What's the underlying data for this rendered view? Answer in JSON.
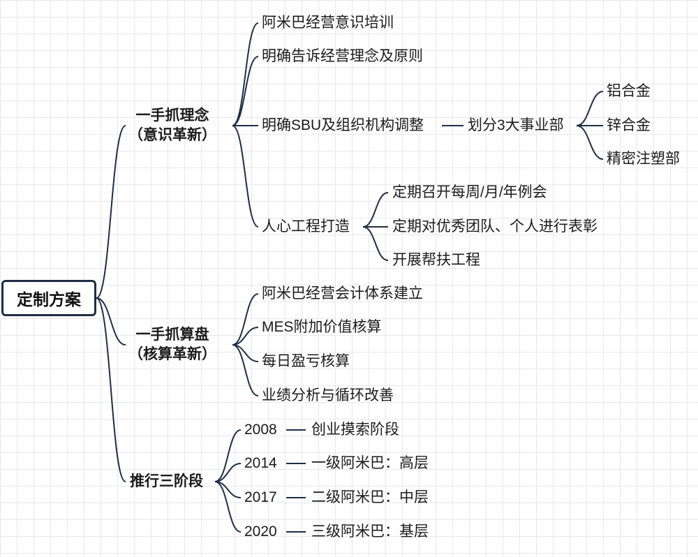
{
  "root": "定制方案",
  "branches": [
    {
      "line1": "一手抓理念",
      "line2": "（意识革新）",
      "children": [
        "阿米巴经营意识培训",
        "明确告诉经营理念及原则",
        "明确SBU及组织机构调整",
        "人心工程打造"
      ],
      "sbu_child": "划分3大事业部",
      "divisions": [
        "铝合金",
        "锌合金",
        "精密注塑部"
      ],
      "people_children": [
        "定期召开每周/月/年例会",
        "定期对优秀团队、个人进行表彰",
        "开展帮扶工程"
      ]
    },
    {
      "line1": "一手抓算盘",
      "line2": "（核算革新）",
      "children": [
        "阿米巴经营会计体系建立",
        "MES附加价值核算",
        "每日盈亏核算",
        "业绩分析与循环改善"
      ]
    },
    {
      "line1": "推行三阶段",
      "stages": [
        {
          "year": "2008",
          "label": "创业摸索阶段"
        },
        {
          "year": "2014",
          "label": "一级阿米巴：高层"
        },
        {
          "year": "2017",
          "label": "二级阿米巴：中层"
        },
        {
          "year": "2020",
          "label": "三级阿米巴：基层"
        }
      ]
    }
  ],
  "colors": {
    "line": "#1f2d44",
    "text": "#1b1b1b",
    "grid": "#e6e8ec"
  }
}
